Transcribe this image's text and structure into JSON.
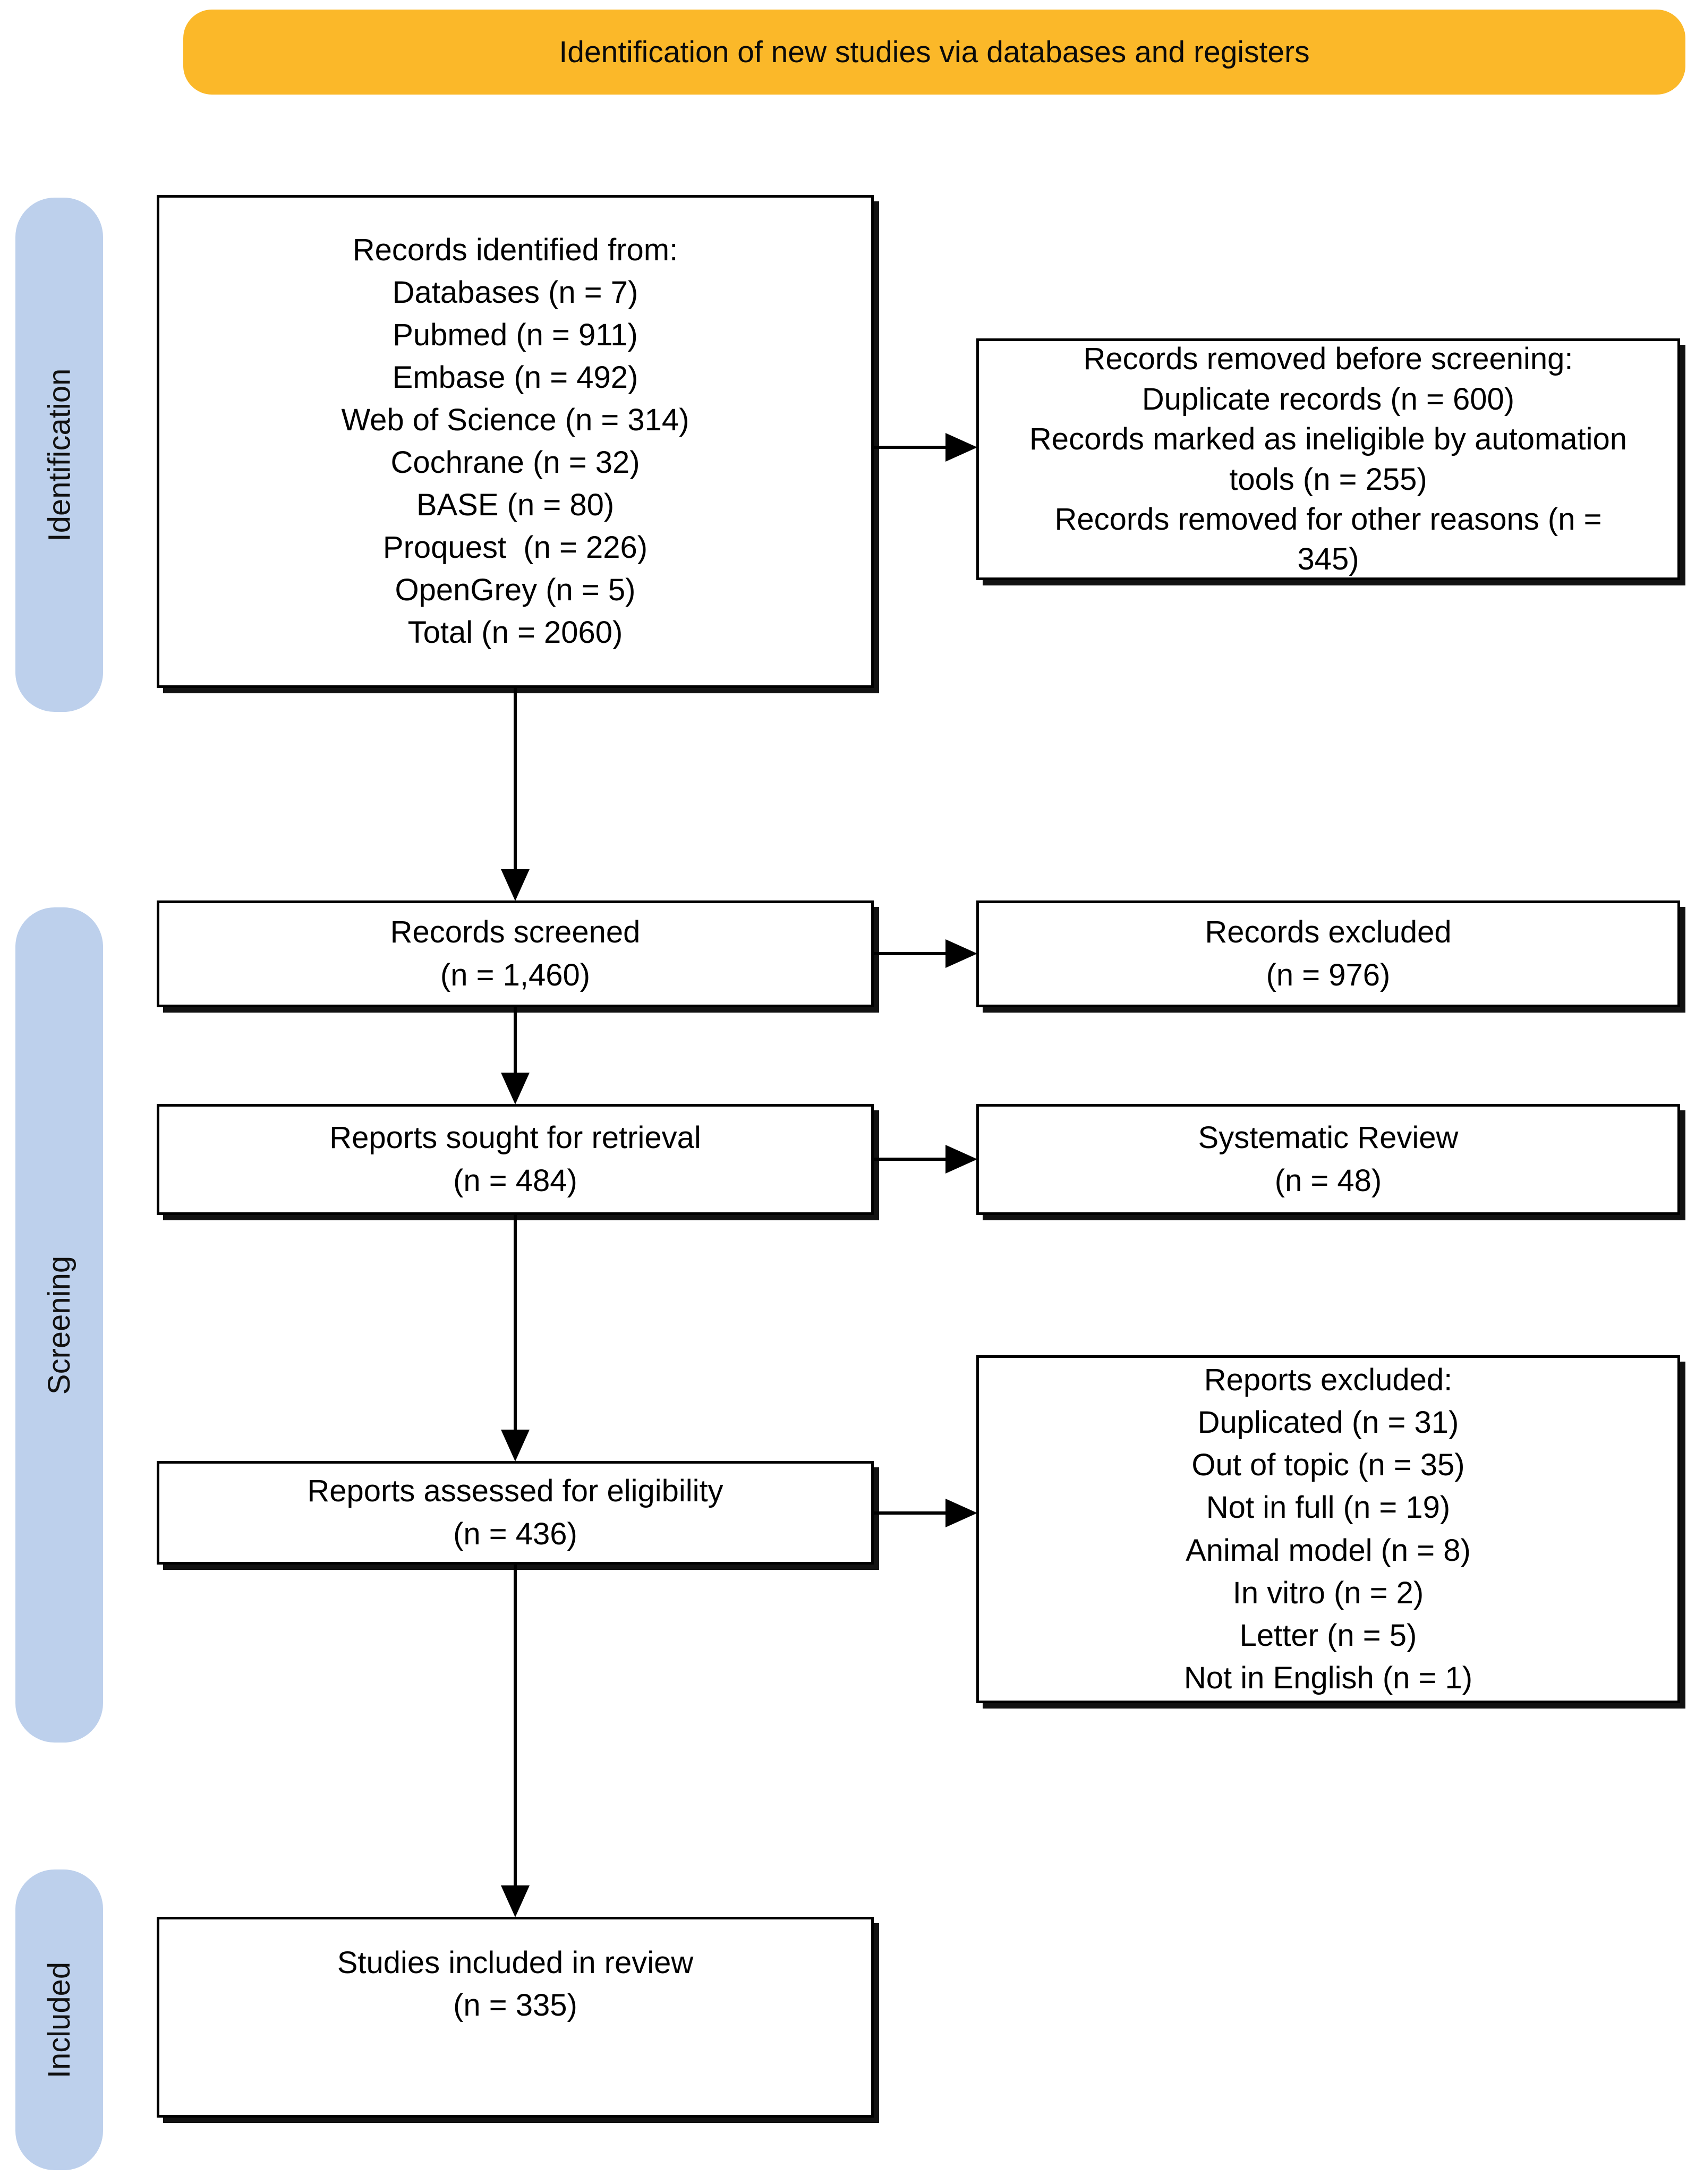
{
  "banner": {
    "label": "Identification of new studies via databases and registers"
  },
  "sidebar": {
    "items": [
      {
        "label": "Identification"
      },
      {
        "label": "Screening"
      },
      {
        "label": "Included"
      }
    ]
  },
  "boxes": {
    "identified": {
      "lines": [
        "Records identified from:",
        "Databases (n = 7)",
        "Pubmed (n = 911)",
        "Embase (n = 492)",
        "Web of Science (n = 314)",
        "Cochrane (n = 32)",
        "BASE (n = 80)",
        "Proquest  (n = 226)",
        "OpenGrey (n = 5)",
        "Total (n = 2060)"
      ]
    },
    "removed": {
      "lines": [
        "Records removed before screening:",
        "Duplicate records (n = 600)",
        "Records marked as ineligible by automation",
        "tools (n = 255)",
        "Records removed for other reasons (n =",
        "345)"
      ]
    },
    "screened": {
      "lines": [
        "Records screened",
        "(n = 1,460)"
      ]
    },
    "excluded": {
      "lines": [
        "Records excluded",
        "(n = 976)"
      ]
    },
    "sought": {
      "lines": [
        "Reports sought for retrieval",
        "(n = 484)"
      ]
    },
    "systematic": {
      "lines": [
        "Systematic Review",
        "(n = 48)"
      ]
    },
    "assessed": {
      "lines": [
        "Reports assessed for eligibility",
        "(n = 436)"
      ]
    },
    "reports_excluded": {
      "lines": [
        "Reports excluded:",
        "Duplicated (n = 31)",
        "Out of topic (n = 35)",
        "Not in full (n = 19)",
        "Animal model (n = 8)",
        "In vitro (n = 2)",
        "Letter (n = 5)",
        "Not in English (n = 1)"
      ]
    },
    "included": {
      "lines": [
        "Studies included in review",
        "(n = 335)"
      ]
    }
  },
  "colors": {
    "banner_bg": "#fbb829",
    "sidebar_bg": "#bdd0ec",
    "box_border": "#000000",
    "arrow": "#000000"
  }
}
